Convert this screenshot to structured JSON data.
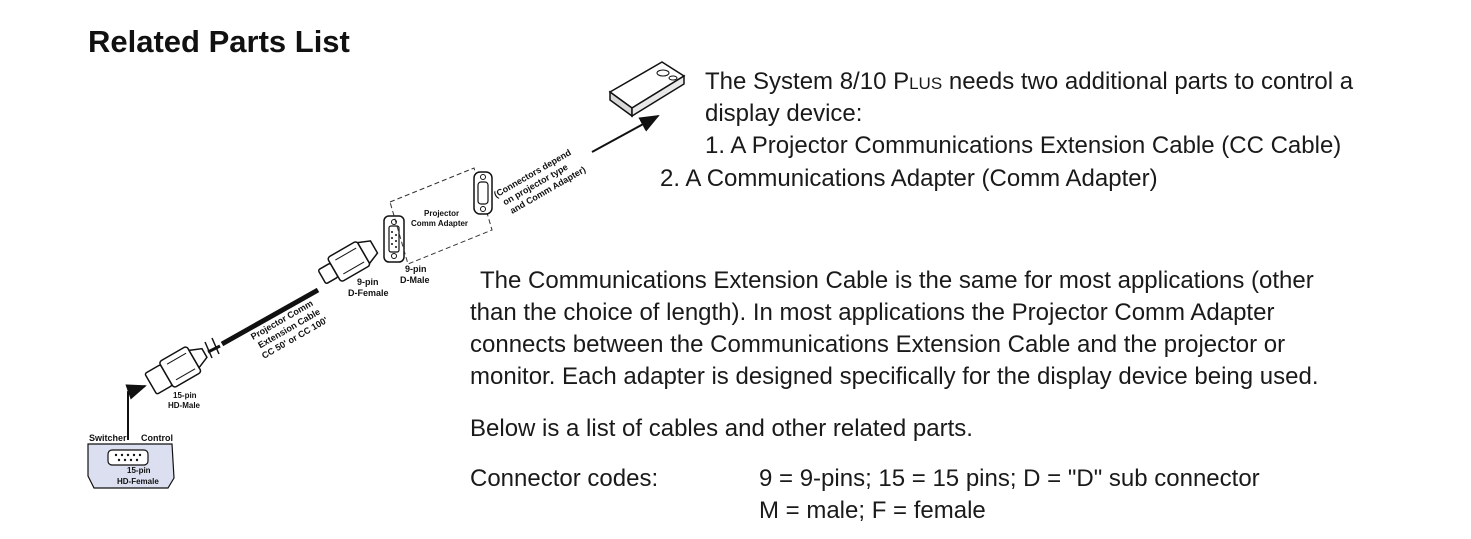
{
  "title": "Related Parts List",
  "intro": {
    "line1_prefix": "The System 8/10 ",
    "line1_brand": "Plus",
    "line1_suffix": " needs two additional parts to control a",
    "line2": "display device:",
    "item1": "1. A Projector Communications Extension Cable (CC Cable)",
    "item2": "2. A Communications Adapter (Comm Adapter)"
  },
  "paragraph": {
    "line1": "The Communications Extension Cable is the same for most applications (other",
    "line2": "than the choice of length). In most applications the Projector Comm Adapter",
    "line3": "connects between the Communications Extension Cable and the projector or",
    "line4": "monitor. Each adapter is designed specifically for the display device being used."
  },
  "list_intro": "Below is a list of cables and other related parts.",
  "connector_codes": {
    "label": "Connector codes:",
    "line1": "9 = 9-pins; 15 = 15 pins; D = \"D\" sub connector",
    "line2": "M = male; F = female"
  },
  "diagram": {
    "switcher": "Switcher",
    "control": "Control",
    "port_15": "15-pin",
    "port_hd": "HD-Female",
    "hd_male_1": "15-pin",
    "hd_male_2": "HD-Male",
    "cable_1": "Projector  Comm",
    "cable_2": "Extension  Cable",
    "cable_3": "CC 50' or CC 100'",
    "dfemale_1": "9-pin",
    "dfemale_2": "D-Female",
    "dmale_1": "9-pin",
    "dmale_2": "D-Male",
    "adapter_1": "Projector",
    "adapter_2": "Comm Adapter",
    "note_1": "(Connectors depend",
    "note_2": "on projector type",
    "note_3": "and Comm Adapter)"
  }
}
